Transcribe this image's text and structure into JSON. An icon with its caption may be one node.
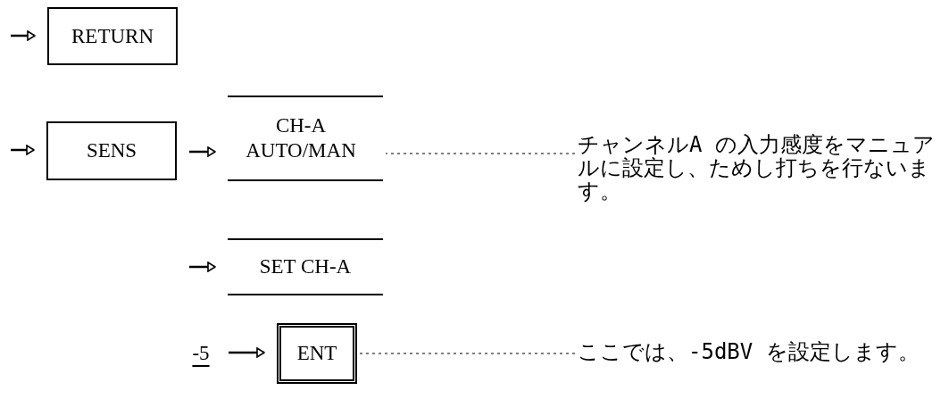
{
  "diagram": {
    "nodes": [
      {
        "text": [
          "RETURN"
        ]
      },
      {
        "text": [
          "SENS"
        ]
      },
      {
        "text": [
          "CH-A AUTO/MAN"
        ]
      },
      {
        "text": [
          "SET CH-A"
        ]
      },
      {
        "text": [
          "-5"
        ]
      },
      {
        "text": [
          "ENT"
        ]
      },
      {
        "text": [
          "チャンネルA の入力感度をマニュアルに設定し、ためし打ちを行ないます。"
        ]
      },
      {
        "text": [
          "ここでは、-5dBV を設定します。"
        ]
      }
    ],
    "edges": [
      {
        "from": null,
        "to": 0,
        "arrow": "to"
      },
      {
        "from": null,
        "to": 1,
        "arrow": "to"
      },
      {
        "from": 1,
        "to": 2,
        "arrow": "to"
      },
      {
        "from": null,
        "to": 3,
        "arrow": "to"
      },
      {
        "from": 4,
        "to": 5,
        "arrow": "to"
      },
      {
        "from": 6,
        "to": 2,
        "arrow": "none",
        "style": "dashed"
      },
      {
        "from": 7,
        "to": 5,
        "arrow": "none",
        "style": "dashed"
      }
    ]
  }
}
